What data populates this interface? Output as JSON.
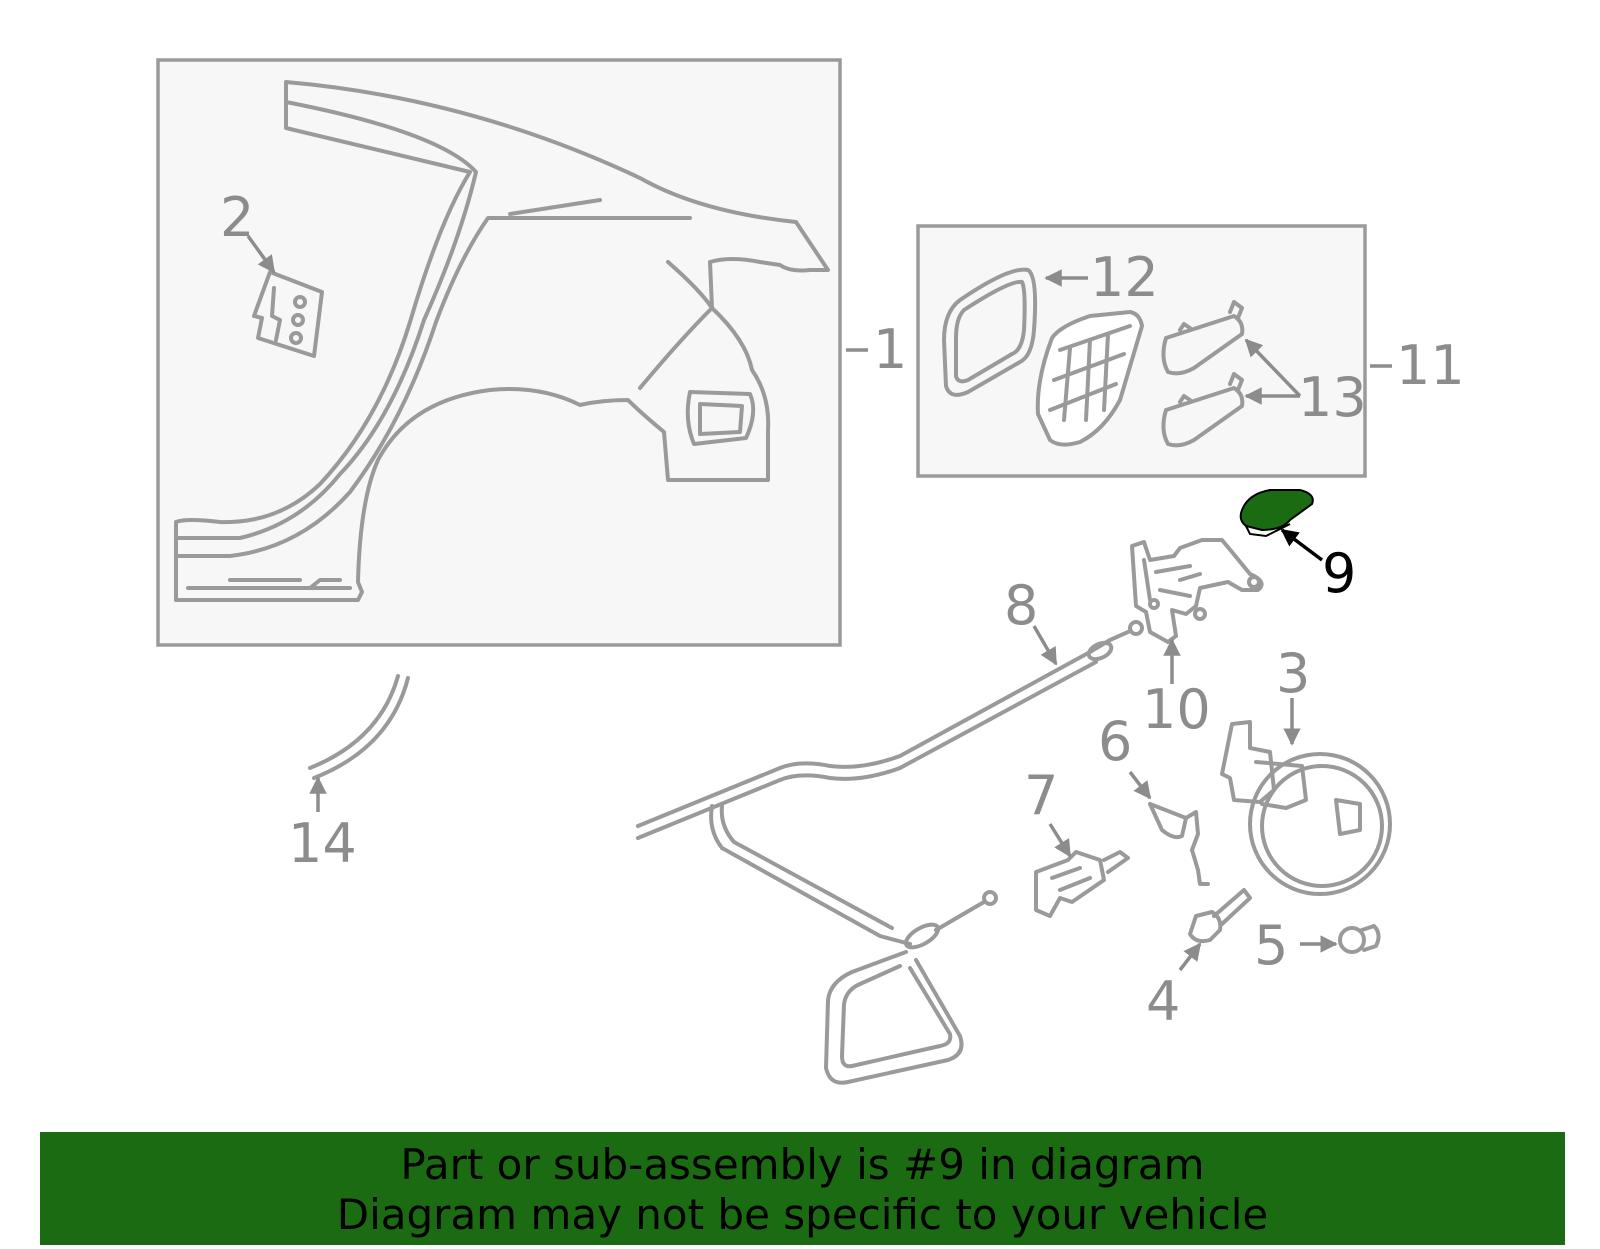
{
  "diagram": {
    "highlighted_part": "9",
    "highlight_color": "#1b6b12",
    "callouts": {
      "c1": "1",
      "c2": "2",
      "c3": "3",
      "c4": "4",
      "c5": "5",
      "c6": "6",
      "c7": "7",
      "c8": "8",
      "c9": "9",
      "c10": "10",
      "c11": "11",
      "c12": "12",
      "c13": "13",
      "c14": "14"
    }
  },
  "banner": {
    "line1": "Part or sub-assembly is #9 in diagram",
    "line2": "Diagram may not be specific to your vehicle",
    "background": "#1b6b12"
  }
}
